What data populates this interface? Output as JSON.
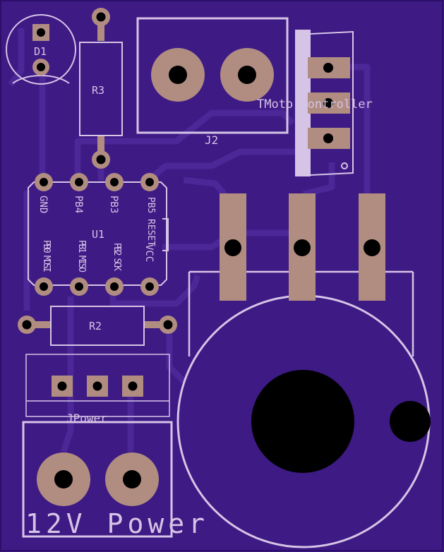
{
  "colors": {
    "board": "#3d1a84",
    "trace": "#4a2596",
    "silk": "#d6c4e6",
    "pad": "#b08d80",
    "hole": "#000000",
    "edge": "#000000"
  },
  "labels": {
    "d1": "D1",
    "r3": "R3",
    "j2": "J2",
    "motor_controller": "TMotorController",
    "u1": "U1",
    "pin_gnd": "GND",
    "pin_pb4": "PB4",
    "pin_pb3": "PB3",
    "pin_pb5_reset": "PB5 RESET",
    "pin_pb0_mosi": "PB0 MOSI",
    "pin_pb1_miso": "PB1 MISO",
    "pin_pb2_sck": "PB2 SCK",
    "pin_vcc": "VCC",
    "r2": "R2",
    "jpower": "JPower",
    "power_title": "12V Power"
  }
}
